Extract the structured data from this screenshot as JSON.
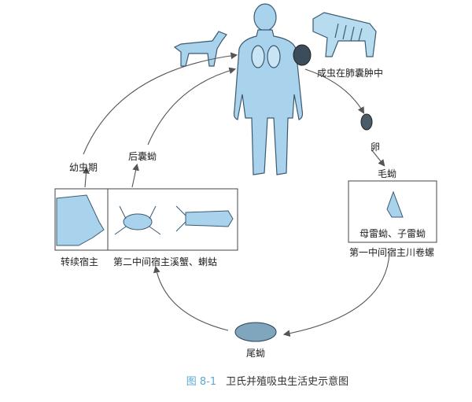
{
  "labels": {
    "adult": "成虫在肺囊肿中",
    "egg": "卵",
    "miracidium": "毛蚴",
    "redia": "母雷蚴、子雷蚴",
    "first_host": "第一中间宿主川卷螺",
    "cercaria": "尾蚴",
    "second_host": "第二中间宿主溪蟹、蝲蛄",
    "paratenic_host": "转续宿主",
    "larva": "幼虫期",
    "metacercaria": "后囊蚴"
  },
  "caption": {
    "number": "图 8-1",
    "title": "卫氏并殖吸虫生活史示意图"
  },
  "colors": {
    "body": "#a9d3ec",
    "outline": "#3b5a70",
    "arrow": "#555555",
    "accent": "#5aa9d6"
  }
}
